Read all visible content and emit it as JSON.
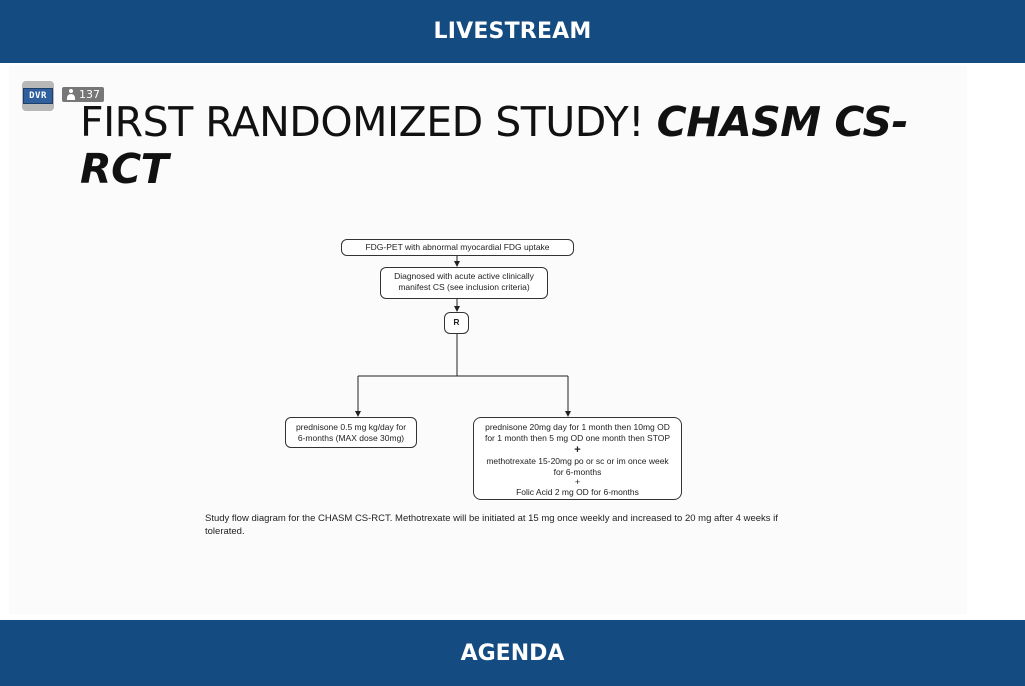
{
  "header": {
    "title": "LIVESTREAM"
  },
  "footer": {
    "title": "AGENDA"
  },
  "overlay": {
    "logo_text": "DVR",
    "viewer_count": "137"
  },
  "slide": {
    "title_plain": "FIRST RANDOMIZED STUDY! ",
    "title_emphasis": "CHASM CS-RCT",
    "diagram": {
      "box1": "FDG-PET with abnormal myocardial FDG uptake",
      "box2": "Diagnosed with acute active clinically manifest CS (see inclusion criteria)",
      "box3": "R",
      "box4": "prednisone 0.5 mg kg/day for 6-months (MAX dose 30mg)",
      "box5_line1": "prednisone 20mg day for 1 month then 10mg OD for 1 month then 5 mg OD one month then STOP",
      "box5_plus1": "+",
      "box5_line2": "methotrexate 15-20mg po or sc or im once week for 6-months",
      "box5_plus2": "+",
      "box5_line3": "Folic Acid 2 mg OD for 6-months"
    },
    "caption": "Study flow diagram for the CHASM CS-RCT. Methotrexate will be initiated at 15 mg once weekly and increased to 20 mg after 4 weeks if tolerated."
  }
}
